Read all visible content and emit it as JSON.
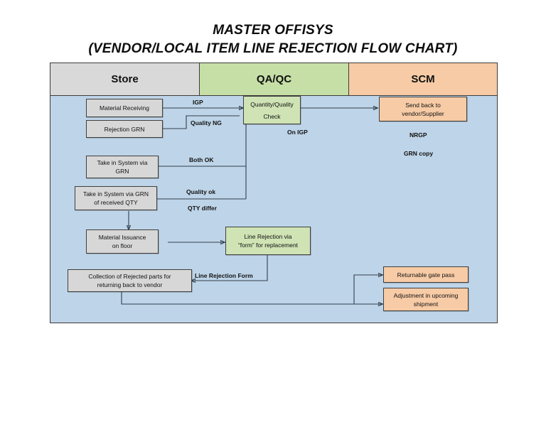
{
  "title": {
    "line1": "MASTER OFFISYS",
    "line2": "(VENDOR/LOCAL ITEM LINE REJECTION FLOW CHART)"
  },
  "colors": {
    "store_header": "#d9d9d9",
    "qaqc_header": "#c6dfa7",
    "scm_header": "#f6cba5",
    "canvas_background": "#bed4e8",
    "gray_node": "#d7d7d7",
    "green_node": "#cfe3b4",
    "orange_node": "#f7cba6",
    "connector": "#31404d"
  },
  "columns": [
    {
      "label": "Store"
    },
    {
      "label": "QA/QC"
    },
    {
      "label": "SCM"
    }
  ],
  "nodes": [
    {
      "id": "material-receiving",
      "label": "Material Receiving",
      "type": "gray"
    },
    {
      "id": "rejection-grn",
      "label": "Rejection GRN",
      "type": "gray"
    },
    {
      "id": "quantity-quality-check",
      "line1": "Quantity/Quality",
      "line2": "Check",
      "type": "green"
    },
    {
      "id": "send-back-to-vendor",
      "line1": "Send back to",
      "line2": "vendor/Supplier",
      "type": "orange"
    },
    {
      "id": "take-in-system-grn",
      "line1": "Take in System via",
      "line2": "GRN",
      "type": "gray"
    },
    {
      "id": "take-in-system-qty",
      "line1": "Take in System via GRN",
      "line2": "of received QTY",
      "type": "gray"
    },
    {
      "id": "material-issuance",
      "line1": "Material Issuance",
      "line2": "on floor",
      "type": "gray"
    },
    {
      "id": "line-rejection-form",
      "line1": "Line Rejection via",
      "line2": "“form” for replacement",
      "type": "green"
    },
    {
      "id": "collection-rejected",
      "line1": "Collection of Rejected parts for",
      "line2": "returning back to vendor",
      "type": "gray"
    },
    {
      "id": "returnable-gate-pass",
      "label": "Returnable gate pass",
      "type": "orange"
    },
    {
      "id": "adjustment-shipment",
      "line1": "Adjustment in upcoming",
      "line2": "shipment",
      "type": "orange"
    }
  ],
  "edge_labels": [
    {
      "id": "igp",
      "text": "IGP"
    },
    {
      "id": "quality-ng",
      "text": "Quality NG"
    },
    {
      "id": "on-igp",
      "text": "On IGP"
    },
    {
      "id": "nrgp",
      "text": "NRGP"
    },
    {
      "id": "grn-copy",
      "text": "GRN copy"
    },
    {
      "id": "both-ok",
      "text": "Both OK"
    },
    {
      "id": "quality-ok",
      "text": "Quality ok"
    },
    {
      "id": "qty-differ",
      "text": "QTY differ"
    },
    {
      "id": "line-rejection-form",
      "text": "Line Rejection Form"
    }
  ]
}
